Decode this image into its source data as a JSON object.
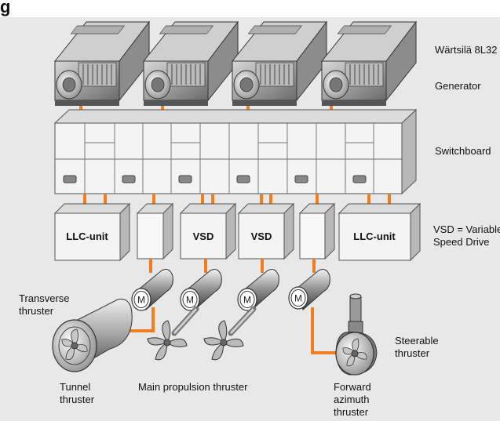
{
  "title_partial": "g",
  "labels": {
    "engine_model": "Wärtsilä 8L32",
    "generator": "Generator",
    "switchboard": "Switchboard",
    "vsd_legend_line1": "VSD = Variable",
    "vsd_legend_line2": "Speed Drive",
    "transverse_line1": "Transverse",
    "transverse_line2": "thruster",
    "tunnel_line1": "Tunnel",
    "tunnel_line2": "thruster",
    "main_propulsion": "Main propulsion thruster",
    "steerable_line1": "Steerable",
    "steerable_line2": "thruster",
    "forward_line1": "Forward",
    "forward_line2": "azimuth",
    "forward_line3": "thruster"
  },
  "drives": {
    "llc_left": "LLC-unit",
    "vsd_1": "VSD",
    "vsd_2": "VSD",
    "llc_right": "LLC-unit"
  },
  "motor_symbol": "M",
  "colors": {
    "background": "#e8e8e8",
    "cable": "#f07d1e",
    "unit_face": "#f4f4f4",
    "unit_side": "#b8b8b8",
    "unit_top": "#dcdcdc"
  }
}
